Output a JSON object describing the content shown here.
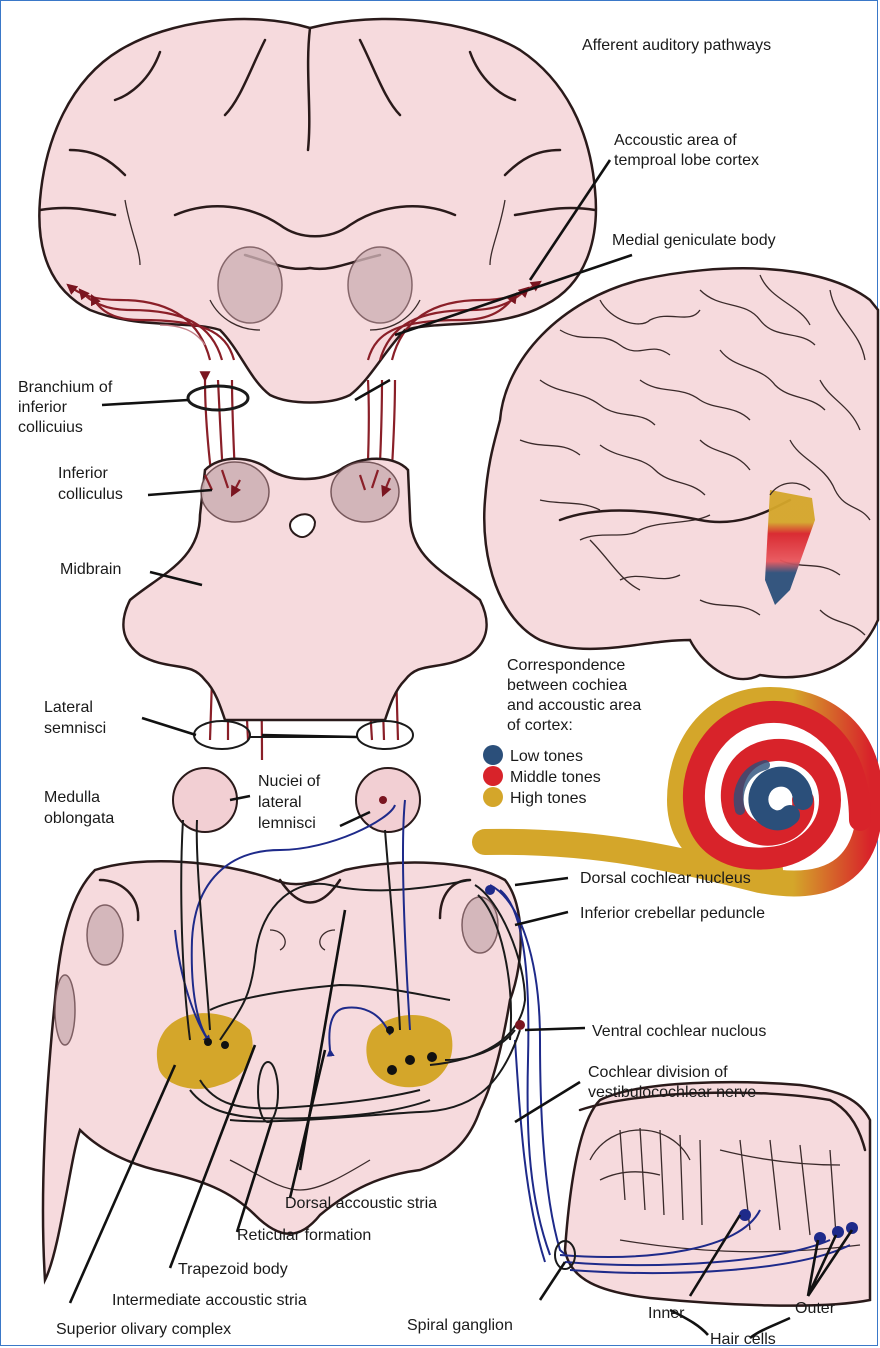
{
  "title": "Afferent auditory pathways",
  "labels": {
    "acoustic_area_line1": "Accoustic area of",
    "acoustic_area_line2": "temproal lobe cortex",
    "medial_geniculate": "Medial geniculate body",
    "branchium_line1": "Branchium of",
    "branchium_line2": "inferior",
    "branchium_line3": "collicuius",
    "inferior_colliculus_line1": "Inferior",
    "inferior_colliculus_line2": "colliculus",
    "midbrain": "Midbrain",
    "lateral_lemnisci_line1": "Lateral",
    "lateral_lemnisci_line2": "semnisci",
    "medulla_line1": "Medulla",
    "medulla_line2": "oblongata",
    "nuclei_line1": "Nuciei of",
    "nuclei_line2": "lateral",
    "nuclei_line3": "lemnisci",
    "dorsal_cochlear_nucleus": "Dorsal cochlear nucleus",
    "inferior_cerebellar_peduncle": "Inferior crebellar peduncle",
    "ventral_cochlear_nucleus": "Ventral cochlear nuclous",
    "cochlear_division_line1": "Cochlear division of",
    "cochlear_division_line2": "vestibulocochlear nerve",
    "dorsal_acoustic_stria": "Dorsal accoustic stria",
    "reticular_formation": "Reticular formation",
    "trapezoid_body": "Trapezoid body",
    "intermediate_acoustic_stria": "Intermediate accoustic stria",
    "superior_olivary_complex": "Superior olivary complex",
    "spiral_ganglion": "Spiral ganglion",
    "inner": "Inner",
    "outer": "Outer",
    "hair_cells": "Hair cells"
  },
  "legend": {
    "heading_line1": "Correspondence",
    "heading_line2": "between cochiea",
    "heading_line3": "and accoustic area",
    "heading_line4": "of cortex:",
    "items": [
      {
        "label": "Low tones",
        "color": "#2b4f7a"
      },
      {
        "label": "Middle tones",
        "color": "#d8232a"
      },
      {
        "label": "High tones",
        "color": "#d4a62a"
      }
    ]
  },
  "colors": {
    "tissue": "#f6dadd",
    "ascending_pathway": "#8a1f28",
    "cochlear_pathway": "#1e2a8a",
    "olivary_nuclei": "#d4a62a",
    "frame": "#3a78c8"
  }
}
